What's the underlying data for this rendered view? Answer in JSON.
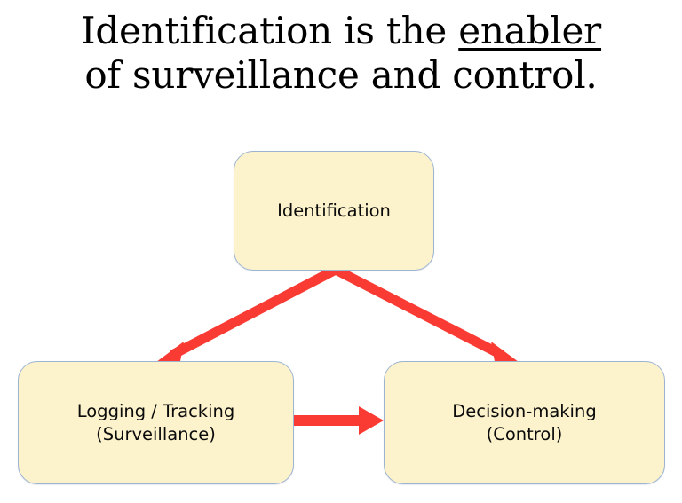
{
  "slide": {
    "background_color": "#ffffff",
    "title": {
      "line1_prefix": "Identification is the ",
      "line1_emphasis": "enabler",
      "line2": "of surveillance and control."
    }
  },
  "diagram": {
    "type": "flowchart",
    "node_fill_color": "#FCF2CC",
    "node_border_color": "#9DB4D1",
    "arrow_color": "#F93B34",
    "nodes": [
      {
        "id": "identification",
        "label_line1": "Identification",
        "label_line2": ""
      },
      {
        "id": "logging",
        "label_line1": "Logging / Tracking",
        "label_line2": "(Surveillance)"
      },
      {
        "id": "decision",
        "label_line1": "Decision-making",
        "label_line2": "(Control)"
      }
    ],
    "edges": [
      {
        "id": "ident-to-logging",
        "from": "identification",
        "to": "logging",
        "style": "solid-arrow"
      },
      {
        "id": "ident-to-decision",
        "from": "identification",
        "to": "decision",
        "style": "solid-arrow"
      },
      {
        "id": "logging-to-decision",
        "from": "logging",
        "to": "decision",
        "style": "solid-arrow"
      }
    ]
  }
}
